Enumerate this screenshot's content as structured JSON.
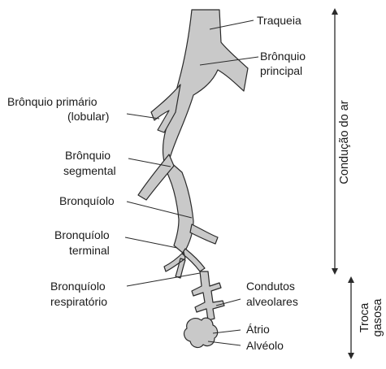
{
  "labels": {
    "traqueia": "Traqueia",
    "bronquio_principal_1": "Brônquio",
    "bronquio_principal_2": "principal",
    "bronquio_primario_1": "Brônquio primário",
    "bronquio_primario_2": "(lobular)",
    "bronquio_segmental_1": "Brônquio",
    "bronquio_segmental_2": "segmental",
    "bronquiolo": "Bronquíolo",
    "bronquiolo_terminal_1": "Bronquíolo",
    "bronquiolo_terminal_2": "terminal",
    "bronquiolo_respiratorio_1": "Bronquíolo",
    "bronquiolo_respiratorio_2": "respiratório",
    "condutos_alveolares_1": "Condutos",
    "condutos_alveolares_2": "alveolares",
    "atrio": "Átrio",
    "alveolo": "Alvéolo"
  },
  "zones": {
    "conducao": "Condução do ar",
    "troca_1": "Troca",
    "troca_2": "gasosa"
  }
}
